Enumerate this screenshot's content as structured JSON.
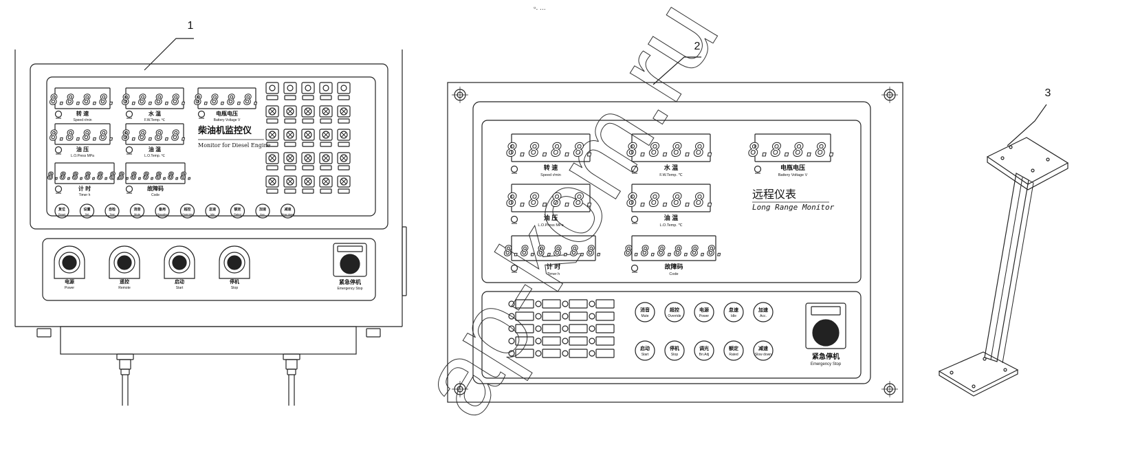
{
  "callouts": [
    "1",
    "2",
    "3"
  ],
  "stray_mark": "▫․ …",
  "watermark": "ap-kom.ru",
  "panel1": {
    "displays": [
      {
        "digits": "8.8.8.8.",
        "cn": "转  速",
        "en": "Speed  r/min"
      },
      {
        "digits": "8.8.8.8.",
        "cn": "水  温",
        "en": "F.W.Temp. ℃"
      },
      {
        "digits": "8.8.8.8.",
        "cn": "电瓶电压",
        "en": "Battery Voltage  V"
      },
      {
        "digits": "8.8.8.8.",
        "cn": "油  压",
        "en": "L.O.Press  MPa"
      },
      {
        "digits": "8.8.8.8.",
        "cn": "油  温",
        "en": "L.O.Temp.  ℃"
      },
      {
        "digits": "8.8.8.8.8.8.",
        "cn": "计  时",
        "en": "Timer  h"
      },
      {
        "digits": "8.8.8.8.8.8.",
        "cn": "故障码",
        "en": "Code"
      }
    ],
    "title_cn": "柴油机监控仪",
    "title_en": "Monitor for Diesel Engine",
    "buttons": [
      {
        "cn": "复位",
        "en": "Reset"
      },
      {
        "cn": "设置",
        "en": "Set"
      },
      {
        "cn": "自检",
        "en": "Test"
      },
      {
        "cn": "消音",
        "en": "Mute"
      },
      {
        "cn": "备用",
        "en": "Standby"
      },
      {
        "cn": "超控",
        "en": "Override"
      },
      {
        "cn": "怠速",
        "en": "Idle"
      },
      {
        "cn": "额定",
        "en": "Rated"
      },
      {
        "cn": "加速",
        "en": "Acc."
      },
      {
        "cn": "减速",
        "en": "Slow down"
      }
    ],
    "switches": [
      {
        "cn": "电源",
        "en": "Power"
      },
      {
        "cn": "遥控",
        "en": "Remote"
      },
      {
        "cn": "启动",
        "en": "Start"
      },
      {
        "cn": "停机",
        "en": "Stop"
      }
    ],
    "estop": {
      "cn": "紧急停机",
      "en": "Emergency Stop"
    }
  },
  "panel2": {
    "displays": [
      {
        "digits": "8.8.8.8.",
        "cn": "转  速",
        "en": "Speed  r/min"
      },
      {
        "digits": "8.8.8.8.",
        "cn": "水  温",
        "en": "F.W.Temp. ℃"
      },
      {
        "digits": "8.8.8.8.",
        "cn": "电瓶电压",
        "en": "Battery Voltage  V"
      },
      {
        "digits": "8.8.8.8.",
        "cn": "油  压",
        "en": "L.O.Press  MPa"
      },
      {
        "digits": "8.8.8.8.",
        "cn": "油  温",
        "en": "L.O.Temp.  ℃"
      },
      {
        "digits": "8.8.8.8.8.8.",
        "cn": "计  时",
        "en": "Timer  h"
      },
      {
        "digits": "8.8.8.8.8.8.",
        "cn": "故障码",
        "en": "Code"
      }
    ],
    "title_cn": "远程仪表",
    "title_en": "Long Range Monitor",
    "buttons_row1": [
      {
        "cn": "消音",
        "en": "Mute"
      },
      {
        "cn": "超控",
        "en": "Override"
      },
      {
        "cn": "电源",
        "en": "Power"
      },
      {
        "cn": "怠速",
        "en": "Idle"
      },
      {
        "cn": "加速",
        "en": "Acc."
      }
    ],
    "buttons_row2": [
      {
        "cn": "启动",
        "en": "Start"
      },
      {
        "cn": "停机",
        "en": "Stop"
      },
      {
        "cn": "调光",
        "en": "Bri.Adj"
      },
      {
        "cn": "额定",
        "en": "Rated"
      },
      {
        "cn": "减速",
        "en": "Slow down"
      }
    ],
    "estop": {
      "cn": "紧急停机",
      "en": "Emergency Stop"
    }
  }
}
